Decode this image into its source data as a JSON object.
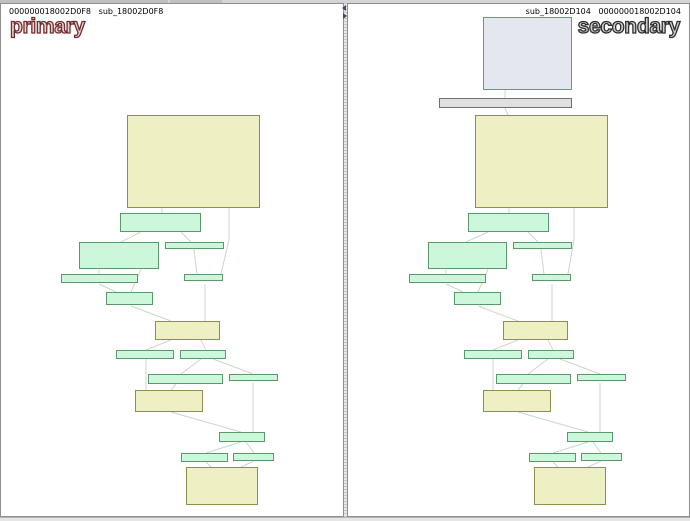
{
  "panes": {
    "left": {
      "header": "000000018002D0F8   sub_18002D0F8",
      "role": "primary",
      "role_text_color": "#7a2a2a"
    },
    "right": {
      "header": "sub_18002D104   000000018002D104",
      "role": "secondary",
      "role_text_color": "#2e2e2e"
    }
  },
  "colors": {
    "node_matched": "#ccf7da",
    "node_changed": "#efefc4",
    "node_unmatched": "#e4e8ee",
    "edge": "#c8d8c8"
  },
  "icons": {
    "collapse_left": "triangle-left-icon",
    "collapse_right": "triangle-right-icon"
  }
}
